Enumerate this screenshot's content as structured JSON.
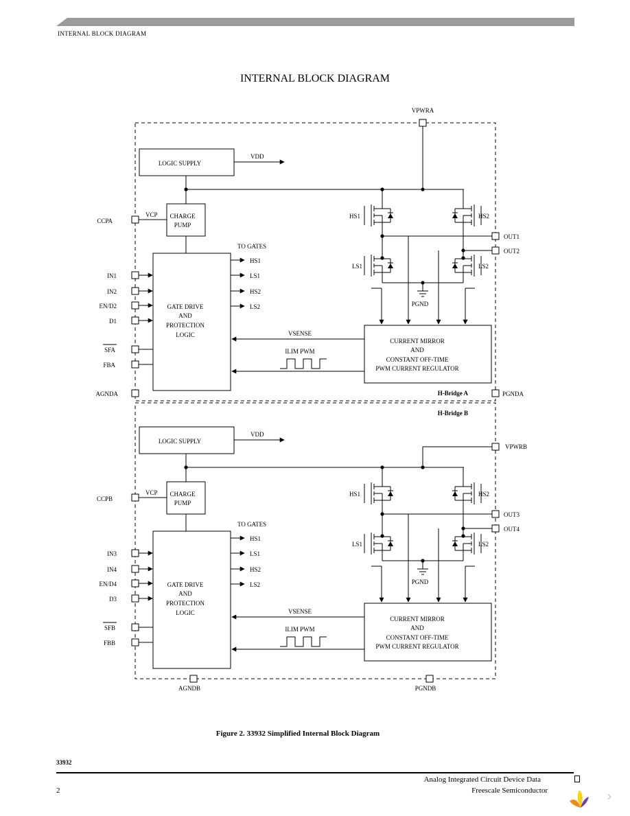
{
  "header": {
    "section": "INTERNAL BLOCK DIAGRAM"
  },
  "title": "INTERNAL BLOCK DIAGRAM",
  "bridge_a": {
    "label": "H-Bridge A",
    "supply_pin": "VPWRA",
    "logic_supply": "LOGIC SUPPLY",
    "vdd": "VDD",
    "charge_pump_l1": "CHARGE",
    "charge_pump_l2": "PUMP",
    "vcp": "VCP",
    "ccp_pin": "CCPA",
    "to_gates": "TO GATES",
    "gate_outputs": [
      "HS1",
      "LS1",
      "HS2",
      "LS2"
    ],
    "inputs": [
      "IN1",
      "IN2",
      "EN/D2",
      "D1"
    ],
    "fault_pin": "SFA",
    "fb_pin": "FBA",
    "agnd_pin": "AGNDA",
    "pgnd_pin": "PGNDA",
    "gate_drive": [
      "GATE DRIVE",
      "AND",
      "PROTECTION",
      "LOGIC"
    ],
    "vsense": "VSENSE",
    "ilim_pwm": "ILIM PWM",
    "regulator": [
      "CURRENT MIRROR",
      "AND",
      "CONSTANT OFF-TIME",
      "PWM CURRENT REGULATOR"
    ],
    "mosfets": [
      "HS1",
      "HS2",
      "LS1",
      "LS2"
    ],
    "outputs": [
      "OUT1",
      "OUT2"
    ],
    "pgnd": "PGND"
  },
  "bridge_b": {
    "label": "H-Bridge B",
    "supply_pin": "VPWRB",
    "logic_supply": "LOGIC SUPPLY",
    "vdd": "VDD",
    "charge_pump_l1": "CHARGE",
    "charge_pump_l2": "PUMP",
    "vcp": "VCP",
    "ccp_pin": "CCPB",
    "to_gates": "TO GATES",
    "gate_outputs": [
      "HS1",
      "LS1",
      "HS2",
      "LS2"
    ],
    "inputs": [
      "IN3",
      "IN4",
      "EN/D4",
      "D3"
    ],
    "fault_pin": "SFB",
    "fb_pin": "FBB",
    "agnd_pin": "AGNDB",
    "pgnd_pin": "PGNDB",
    "gate_drive": [
      "GATE DRIVE",
      "AND",
      "PROTECTION",
      "LOGIC"
    ],
    "vsense": "VSENSE",
    "ilim_pwm": "ILIM PWM",
    "regulator": [
      "CURRENT MIRROR",
      "AND",
      "CONSTANT OFF-TIME",
      "PWM CURRENT REGULATOR"
    ],
    "mosfets": [
      "HS1",
      "HS2",
      "LS1",
      "LS2"
    ],
    "outputs": [
      "OUT3",
      "OUT4"
    ],
    "pgnd": "PGND"
  },
  "caption": "Figure 2. 33932 Simplified Internal Block Diagram",
  "footer": {
    "part_number": "33932",
    "page_number": "2",
    "doc_title": "Analog Integrated Circuit Device Data",
    "company": "Freescale Semiconductor"
  },
  "colors": {
    "header_bar": "#9a9a9a",
    "ink": "#000000",
    "logo_orange": "#f08a1c",
    "logo_yellow": "#f5d21a",
    "logo_purple": "#7b3fa0"
  },
  "icons": {
    "logo": "freescale-logo-icon",
    "next": "next-page-icon",
    "bookmark": "bookmark-icon"
  }
}
